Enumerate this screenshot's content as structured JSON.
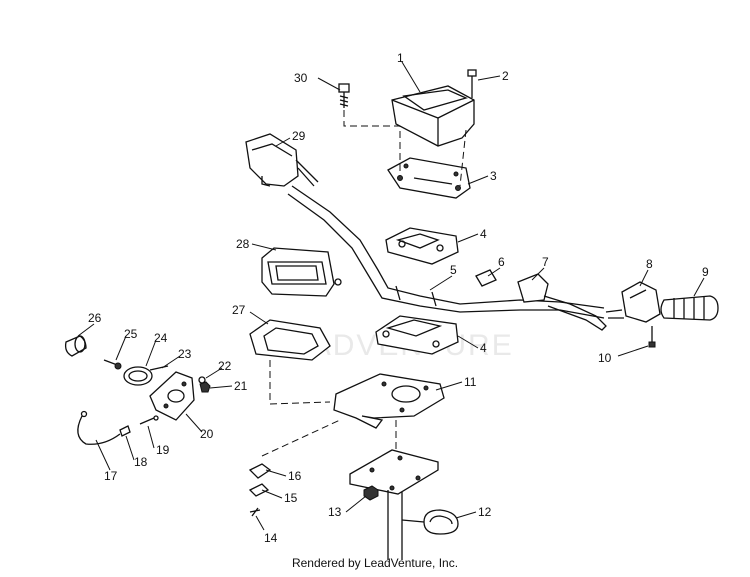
{
  "watermark": "LEADVENTURE",
  "footer": "Rendered by LeadVenture, Inc.",
  "callouts": {
    "c1": "1",
    "c2": "2",
    "c3": "3",
    "c4a": "4",
    "c4b": "4",
    "c5": "5",
    "c6": "6",
    "c7": "7",
    "c8": "8",
    "c9": "9",
    "c10": "10",
    "c11": "11",
    "c12": "12",
    "c13": "13",
    "c14": "14",
    "c15": "15",
    "c16": "16",
    "c17": "17",
    "c18": "18",
    "c19": "19",
    "c20": "20",
    "c21": "21",
    "c22": "22",
    "c23": "23",
    "c24": "24",
    "c25": "25",
    "c26": "26",
    "c27": "27",
    "c28": "28",
    "c29": "29",
    "c30": "30"
  }
}
